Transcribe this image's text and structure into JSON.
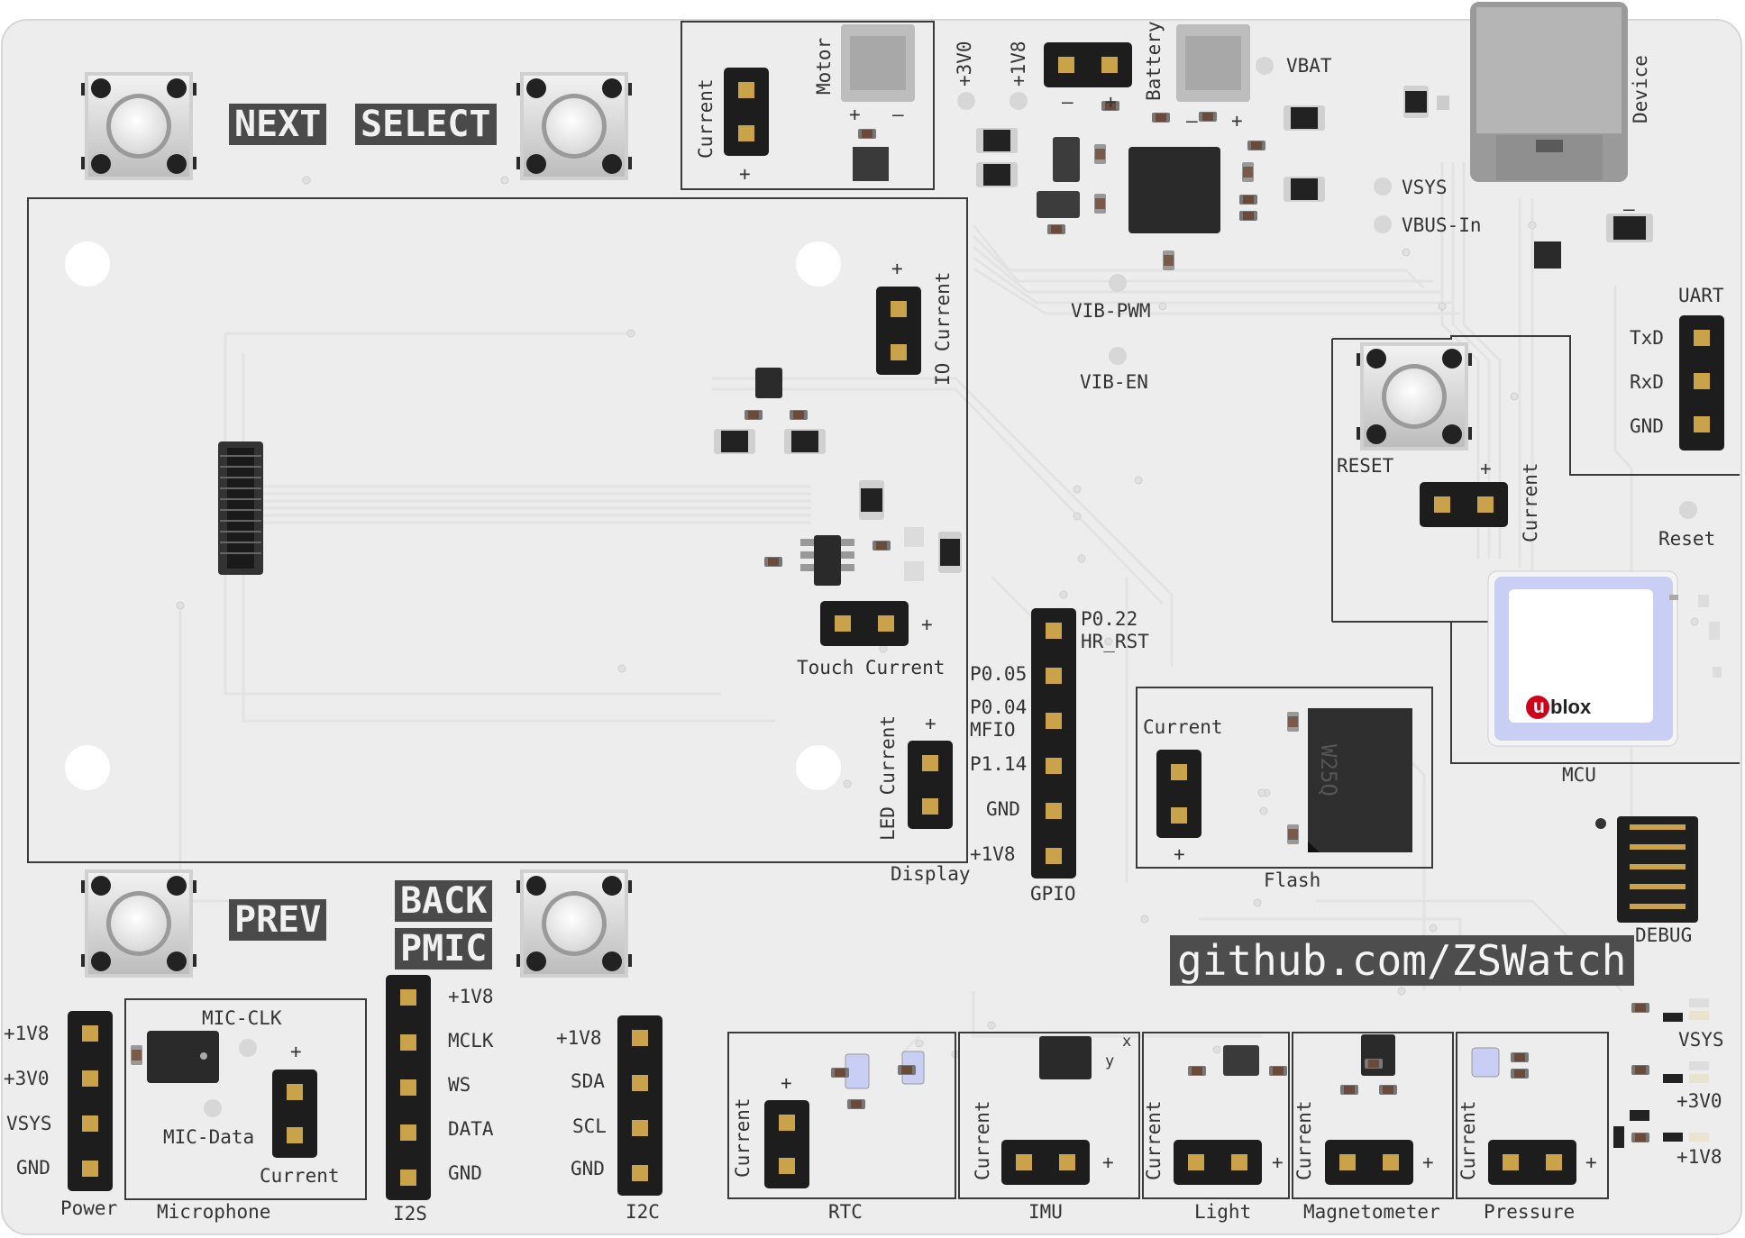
{
  "board": {
    "buttons": {
      "next": "NEXT",
      "select": "SELECT",
      "prev": "PREV",
      "back": "BACK",
      "pmic": "PMIC",
      "reset": "RESET"
    },
    "power_area": {
      "rails": [
        "+3V0",
        "+1V8"
      ],
      "battery": "Battery",
      "vbat": "VBAT",
      "motor": "Motor",
      "current": "Current",
      "plus": "+",
      "minus": "–",
      "device": "Device",
      "vsys": "VSYS",
      "vbus_in": "VBUS-In",
      "vib_pwm": "VIB-PWM",
      "vib_en": "VIB-EN"
    },
    "display_area": {
      "io_current": "IO Current",
      "touch_current": "Touch Current",
      "led_current": "LED Current",
      "display": "Display"
    },
    "uart": {
      "title": "UART",
      "pins": [
        "TxD",
        "RxD",
        "GND"
      ],
      "reset": "Reset"
    },
    "mcu": {
      "label": "MCU",
      "brand_u": "u",
      "brand_rest": "blox"
    },
    "gpio": {
      "title": "GPIO",
      "pins": [
        {
          "line1": "P0.22",
          "line2": "HR_RST"
        },
        {
          "line1": "P0.05",
          "line2": ""
        },
        {
          "line1": "P0.04",
          "line2": "MFIO"
        },
        {
          "line1": "P1.14",
          "line2": ""
        },
        {
          "line1": "GND",
          "line2": ""
        },
        {
          "line1": "+1V8",
          "line2": ""
        }
      ]
    },
    "flash": {
      "title": "Flash",
      "current": "Current",
      "chip": "W25Q"
    },
    "debug": "DEBUG",
    "github": "github.com/ZSWatch",
    "power_header": {
      "title": "Power",
      "pins": [
        "+1V8",
        "+3V0",
        "VSYS",
        "GND"
      ]
    },
    "microphone": {
      "title": "Microphone",
      "clk": "MIC-CLK",
      "data": "MIC-Data",
      "current": "Current"
    },
    "i2s": {
      "title": "I2S",
      "pins": [
        "+1V8",
        "MCLK",
        "WS",
        "DATA",
        "GND"
      ]
    },
    "i2c": {
      "title": "I2C",
      "pins": [
        "+1V8",
        "SDA",
        "SCL",
        "GND"
      ]
    },
    "sensors": [
      {
        "name": "RTC",
        "current": "Current"
      },
      {
        "name": "IMU",
        "current": "Current"
      },
      {
        "name": "Light",
        "current": "Current"
      },
      {
        "name": "Magnetometer",
        "current": "Current"
      },
      {
        "name": "Pressure",
        "current": "Current"
      }
    ],
    "imu_axes": {
      "y": "y",
      "x": "x"
    },
    "leds": [
      "VSYS",
      "+3V0",
      "+1V8"
    ]
  },
  "colors": {
    "board": "#ededed",
    "silk": "#333333",
    "label_bg": "#4a4a4a",
    "pin": "#c9a24a",
    "header": "#1d1d1d",
    "mcu": "#c9cff4",
    "brand_red": "#d0021b"
  }
}
